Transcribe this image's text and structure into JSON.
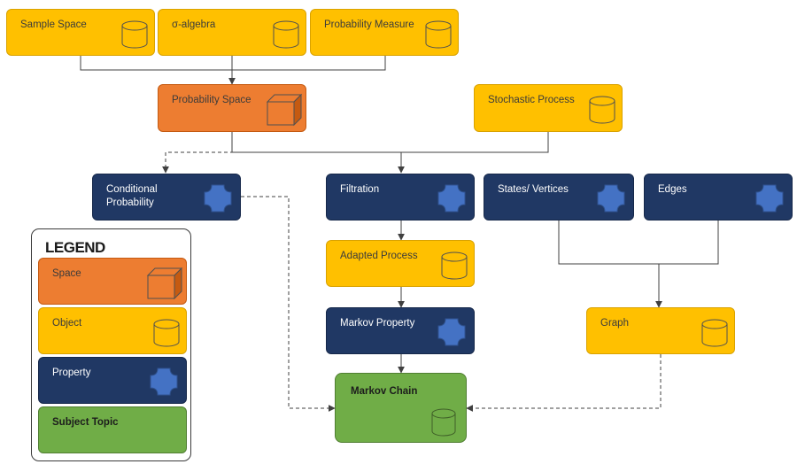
{
  "nodes": {
    "sample_space": "Sample Space",
    "sigma_algebra": "σ-algebra",
    "probability_measure": "Probability Measure",
    "probability_space": "Probability Space",
    "stochastic_process": "Stochastic Process",
    "conditional_probability": "Conditional Probability",
    "filtration": "Filtration",
    "states_vertices": "States/ Vertices",
    "edges": "Edges",
    "adapted_process": "Adapted Process",
    "markov_property": "Markov Property",
    "graph": "Graph",
    "markov_chain": "Markov Chain"
  },
  "legend": {
    "title": "LEGEND",
    "space": "Space",
    "object": "Object",
    "property": "Property",
    "subject_topic": "Subject Topic"
  },
  "colors": {
    "object": "#ffc000",
    "space": "#ed7d31",
    "property": "#203864",
    "subject": "#70ad47",
    "icon_blue": "#4472c4",
    "connector": "#404040"
  },
  "icons": {
    "object": "cylinder-icon",
    "space": "cube-icon",
    "property": "plus-shape-icon",
    "subject": "cylinder-icon"
  }
}
